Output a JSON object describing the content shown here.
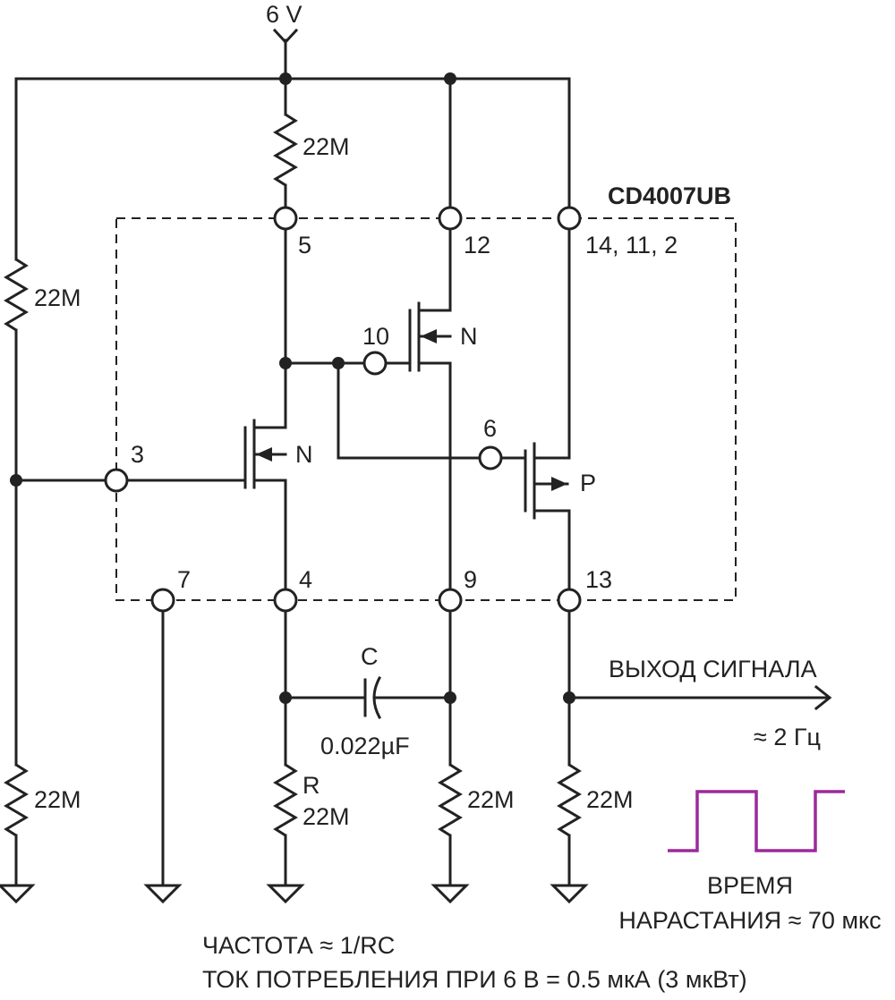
{
  "supply": {
    "label": "6 V"
  },
  "chip": {
    "label": "CD4007UB"
  },
  "pins": {
    "p5": "5",
    "p12": "12",
    "p14_11_2": "14, 11, 2",
    "p10": "10",
    "p6": "6",
    "p3": "3",
    "p7": "7",
    "p4": "4",
    "p9": "9",
    "p13": "13"
  },
  "transistors": {
    "upper_n": "N",
    "left_n": "N",
    "p": "P"
  },
  "resistors": {
    "top": "22M",
    "left_top": "22M",
    "left_bottom": "22M",
    "r_label": "R",
    "r_value": "22M",
    "mid": "22M",
    "right": "22M"
  },
  "capacitor": {
    "label": "C",
    "value": "0.022µF"
  },
  "output": {
    "label": "ВЫХОД СИГНАЛА",
    "frequency": "≈ 2 Гц"
  },
  "waveform": {
    "color": "#9b2a9b",
    "line1": "ВРЕМЯ",
    "line2": "НАРАСТАНИЯ ≈ 70 мкс"
  },
  "notes": {
    "frequency": "ЧАСТОТА ≈ 1/RC",
    "current": "ТОК ПОТРЕБЛЕНИЯ ПРИ 6 В = 0.5 мкА (3 мкВт)"
  }
}
